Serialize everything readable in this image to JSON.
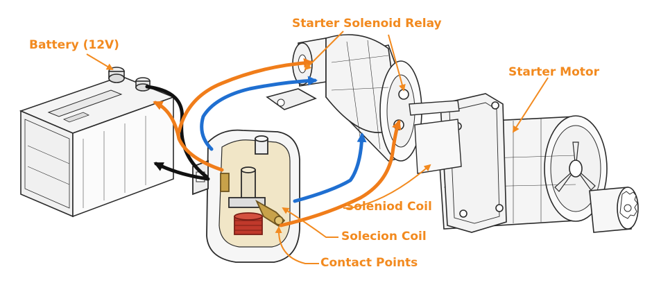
{
  "labels": {
    "battery": "Battery (12V)",
    "relay": "Starter Solenoid Relay",
    "motor": "Starter Motor",
    "soleniod_coil": "Soleniod Coil",
    "solecion_coil": "Solecion Coil",
    "contact_points": "Contact Points"
  },
  "colors": {
    "label_text": "#f28a1f",
    "leader_line": "#f28a1f",
    "wire_orange": "#f07d1a",
    "wire_blue": "#1f6fd1",
    "wire_black": "#111111",
    "outline": "#2a2a2a",
    "coil_red": "#c0392b",
    "brass": "#c8a24a"
  }
}
